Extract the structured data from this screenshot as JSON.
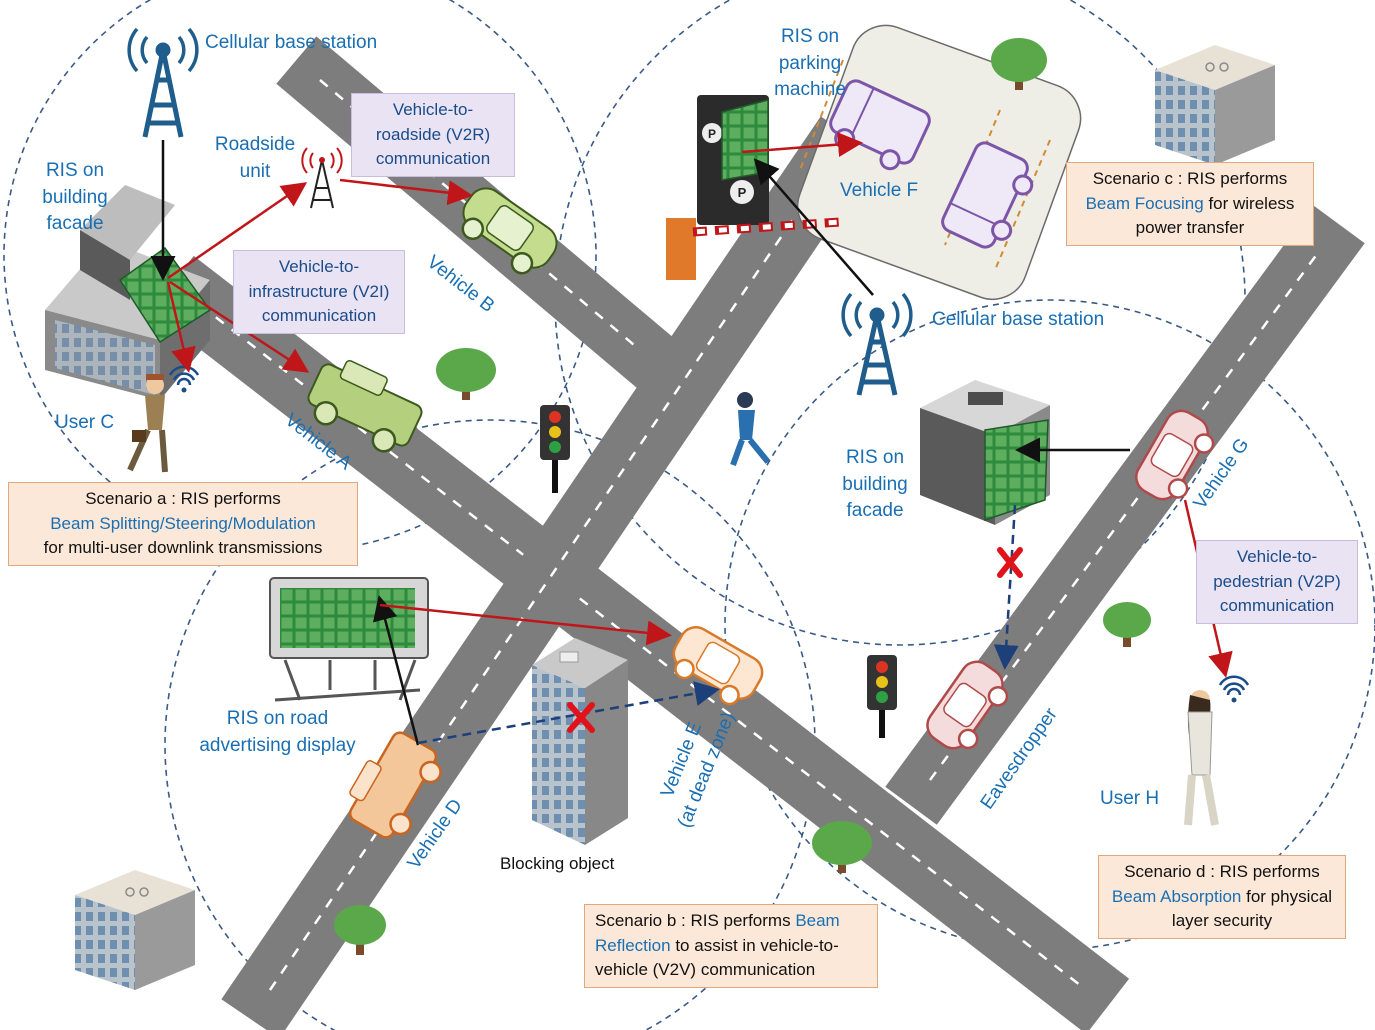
{
  "labels": {
    "cell_bs_top": "Cellular base station",
    "cell_bs_mid": "Cellular base station",
    "ris_building_left": "RIS on\nbuilding\nfacade",
    "roadside_unit": "Roadside\nunit",
    "ris_parking": "RIS on\nparking\nmachine",
    "vehicle_a": "Vehicle A",
    "vehicle_b": "Vehicle B",
    "vehicle_d": "Vehicle D",
    "vehicle_e": "Vehicle E\n(at dead zone)",
    "vehicle_f": "Vehicle F",
    "vehicle_g": "Vehicle G",
    "user_c": "User C",
    "user_h": "User H",
    "ris_building_right": "RIS on\nbuilding\nfacade",
    "ris_road_display": "RIS on road\nadvertising display",
    "blocking_object": "Blocking object",
    "eavesdropper": "Eavesdropper"
  },
  "comm_boxes": {
    "v2r": "Vehicle-to-\nroadside (V2R)\ncommunication",
    "v2i": "Vehicle-to-\ninfrastructure (V2I)\ncommunication",
    "v2p": "Vehicle-to-\npedestrian (V2P)\ncommunication"
  },
  "scenarios": {
    "a": {
      "prefix": "Scenario a : RIS performs",
      "highlight": "Beam Splitting/Steering/Modulation",
      "suffix": "for multi-user downlink transmissions"
    },
    "b": {
      "prefix": "Scenario b : RIS performs ",
      "highlight": "Beam Reflection",
      "suffix": " to assist in vehicle-to-vehicle (V2V) communication"
    },
    "c": {
      "prefix": "Scenario c : RIS performs",
      "highlight": "Beam Focusing",
      "suffix": " for wireless power transfer"
    },
    "d": {
      "prefix": "Scenario d : RIS performs",
      "highlight": "Beam Absorption",
      "suffix": " for physical layer security"
    }
  },
  "colors": {
    "road": "#7d7d7d",
    "link_red": "#c0161a",
    "link_black": "#111111",
    "circle": "#3a5a86",
    "ris_green": "#2e8b3e",
    "tower_blue": "#1f5d8c",
    "label_blue": "#1a6fb3"
  }
}
